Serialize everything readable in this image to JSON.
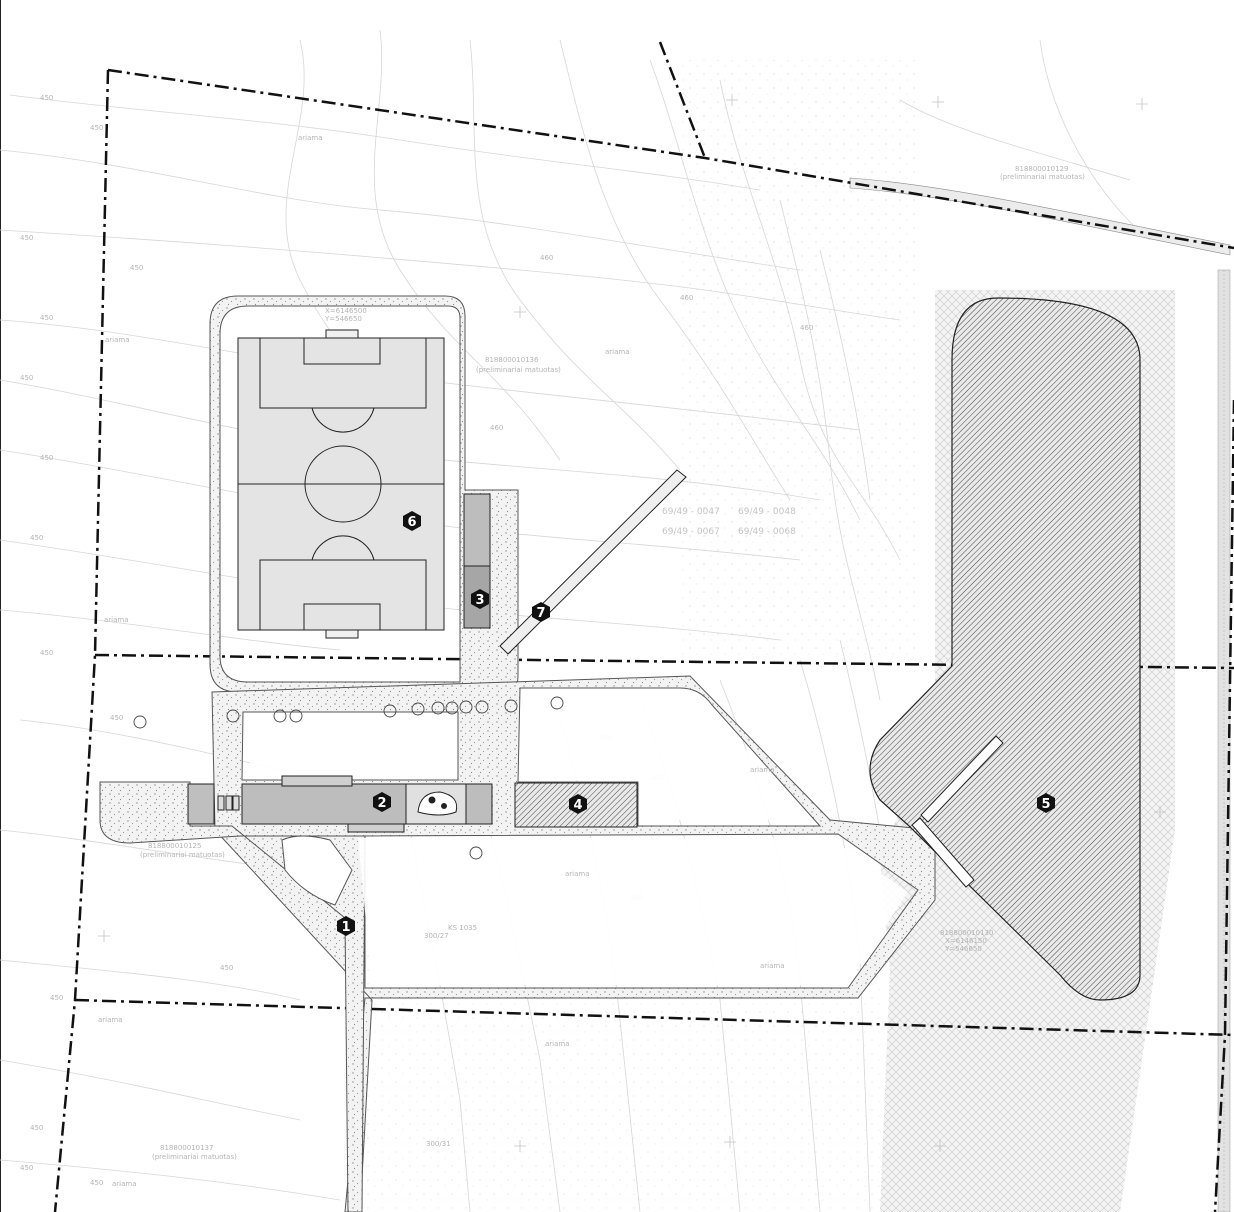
{
  "markers": [
    {
      "id": "m1",
      "label": "1"
    },
    {
      "id": "m2",
      "label": "2"
    },
    {
      "id": "m3",
      "label": "3"
    },
    {
      "id": "m4",
      "label": "4"
    },
    {
      "id": "m5",
      "label": "5"
    },
    {
      "id": "m6",
      "label": "6"
    },
    {
      "id": "m7",
      "label": "7"
    }
  ],
  "parcels": [
    {
      "number": "818800010129",
      "note": "(preliminariai matuotas)"
    },
    {
      "number": "818800010136",
      "note": "(preliminariai matuotas)"
    },
    {
      "number": "818800010125",
      "note": "(preliminariai matuotas)"
    },
    {
      "number": "818800010137",
      "note": "(preliminariai matuotas)"
    },
    {
      "number": "818800010130",
      "note": ""
    }
  ],
  "plot_codes": [
    "69/49 - 0047",
    "69/49 - 0048",
    "69/49 - 0067",
    "69/49 - 0068"
  ],
  "terrain_labels": [
    "ariama",
    "ariama",
    "ariama",
    "ariama",
    "ariama",
    "ariama",
    "ariama",
    "ariama",
    "ariama",
    "ariama"
  ],
  "grid_labels": [
    "X=6146500",
    "Y=546650",
    "X=6146150",
    "Y=546650"
  ],
  "street_labels": [
    "300/27",
    "KS 1035",
    "300/31"
  ]
}
